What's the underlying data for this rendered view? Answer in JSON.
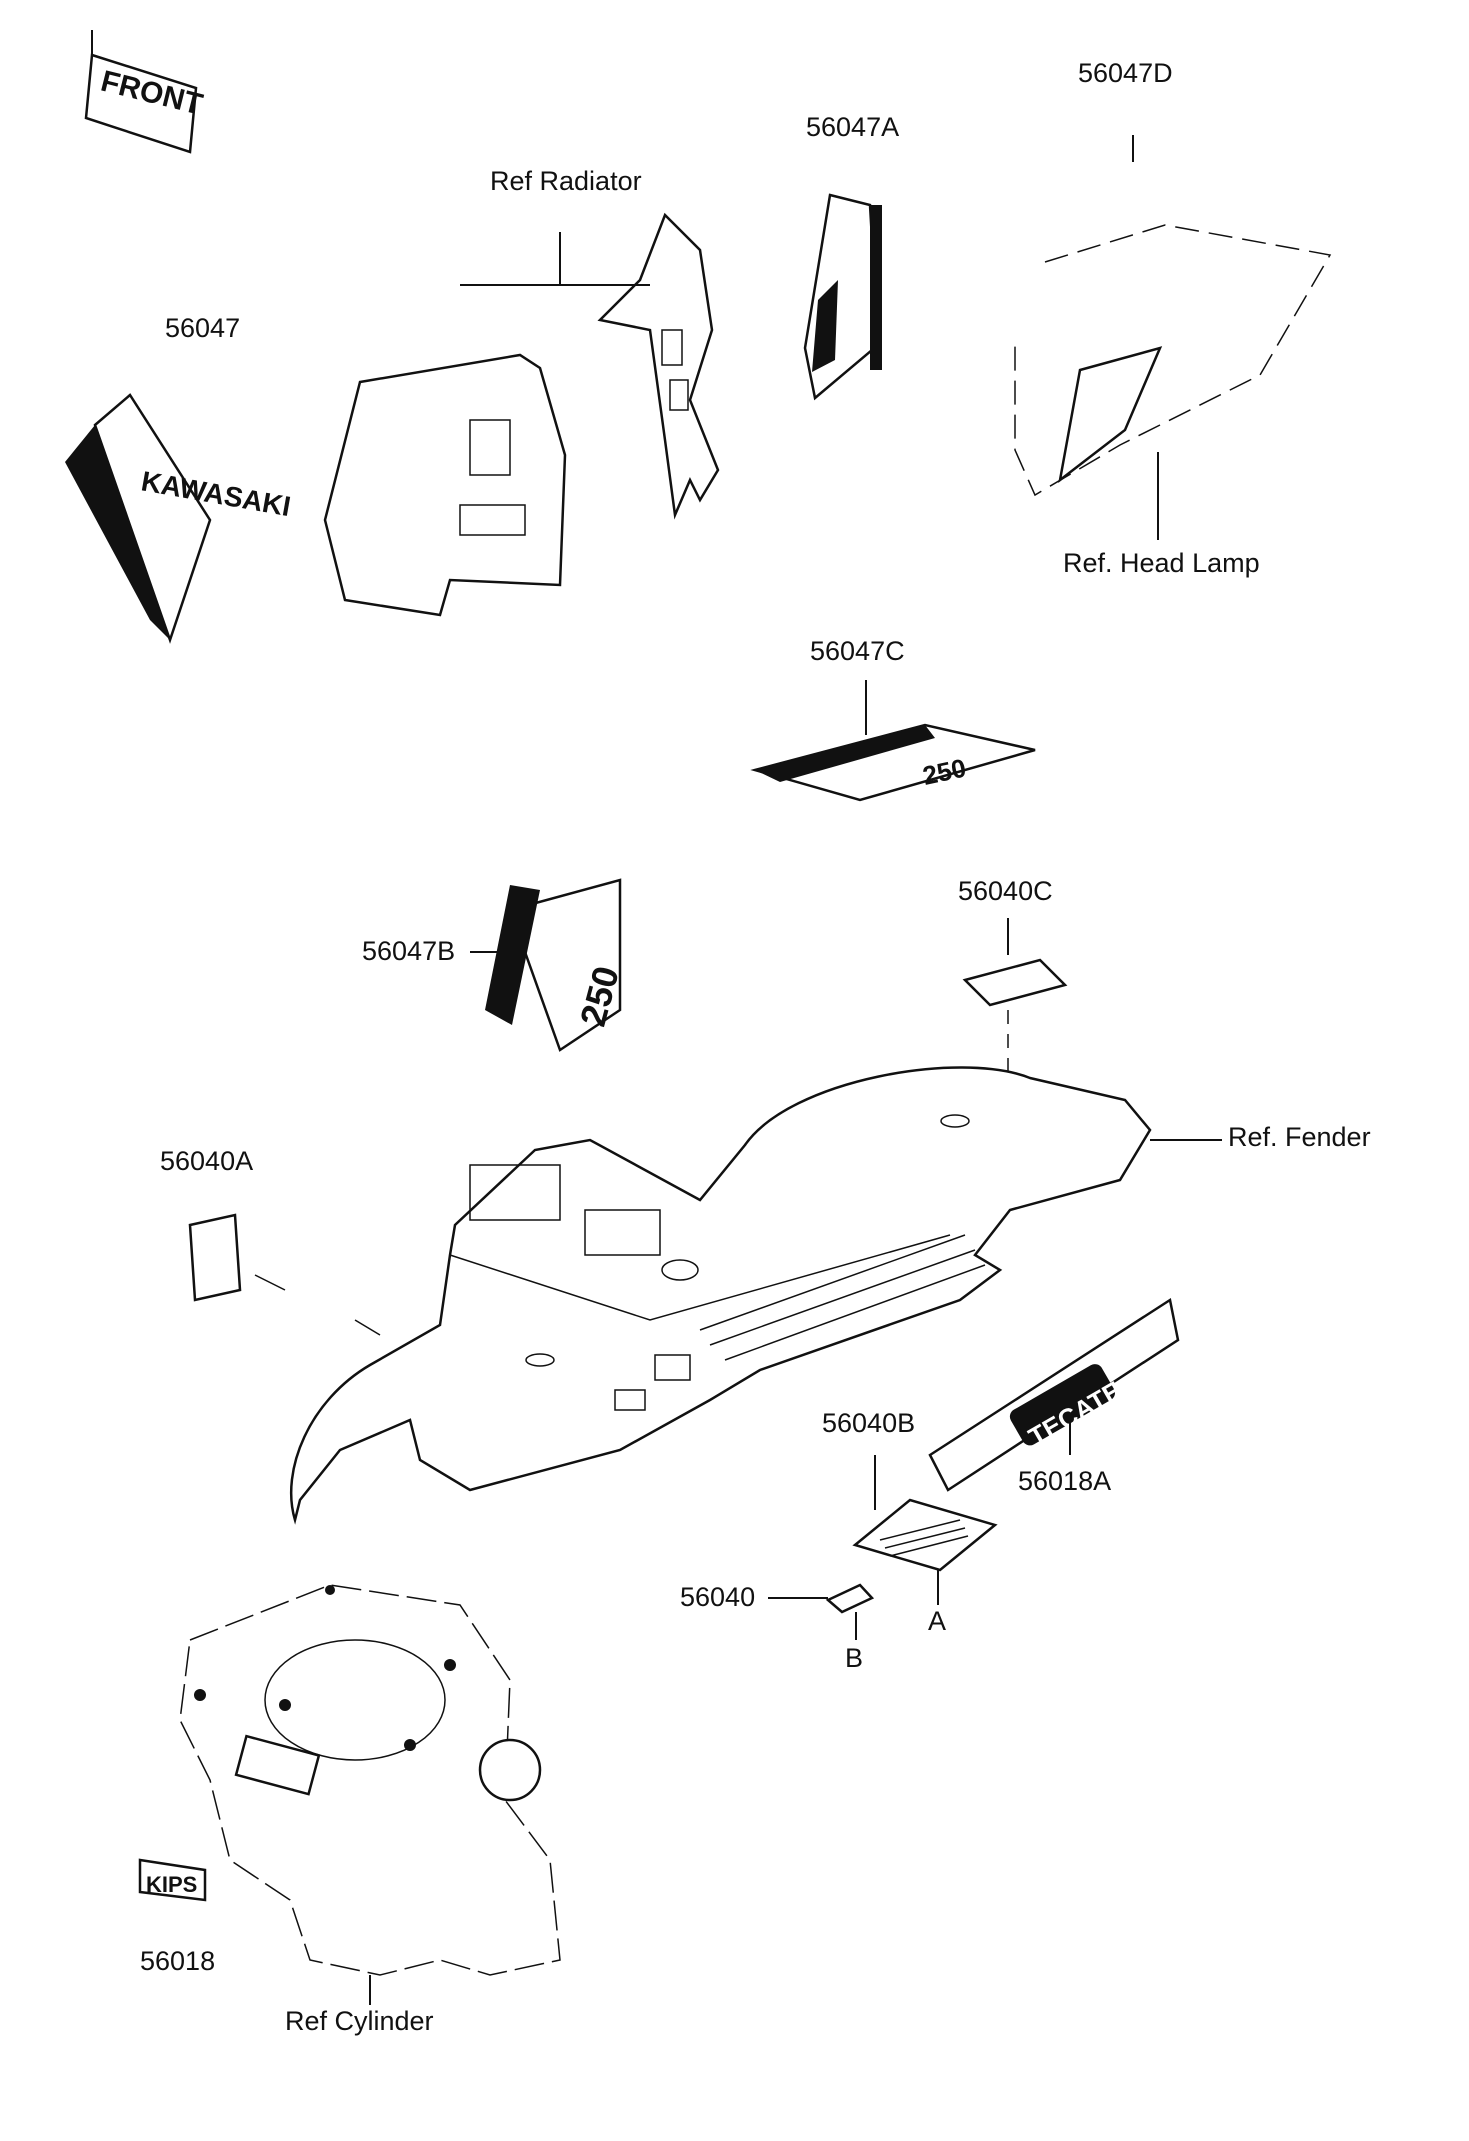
{
  "labels": {
    "front": "FRONT",
    "p56047D": "56047D",
    "p56047A": "56047A",
    "ref_radiator": "Ref Radiator",
    "p56047": "56047",
    "ref_head_lamp": "Ref. Head Lamp",
    "p56047C": "56047C",
    "p56040C": "56040C",
    "p56047B": "56047B",
    "ref_fender": "Ref. Fender",
    "p56040A": "56040A",
    "p56040B": "56040B",
    "p56018A": "56018A",
    "p56040": "56040",
    "mark_a": "A",
    "mark_b": "B",
    "p56018": "56018",
    "ref_cylinder": "Ref Cylinder"
  },
  "decal_texts": {
    "kawasaki": "KAWASAKI",
    "num_250": "250",
    "tecate": "TECATE",
    "kips": "KIPS"
  }
}
